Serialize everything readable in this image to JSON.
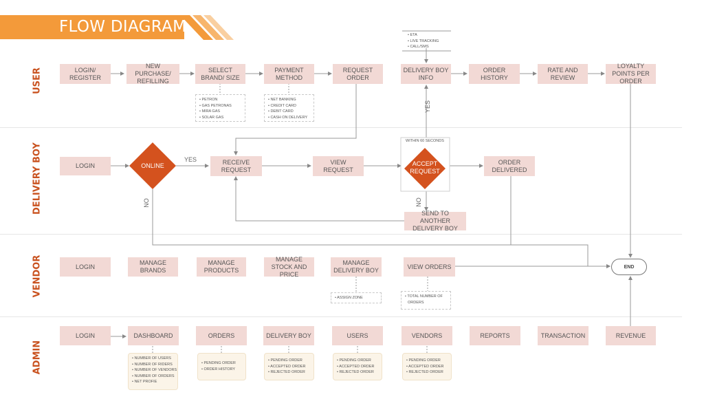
{
  "title": "FLOW DIAGRAM",
  "lanes": {
    "user": "USER",
    "delivery": "DELIVERY BOY",
    "vendor": "VENDOR",
    "admin": "ADMIN"
  },
  "user": {
    "login": "LOGIN/ REGISTER",
    "new_purchase": "NEW PURCHASE/ REFILLING",
    "select_brand": "SELECT BRAND/ SIZE",
    "payment": "PAYMENT METHOD",
    "request": "REQUEST ORDER",
    "delivery_info": "DELIVERY BOY INFO",
    "history": "ORDER HISTORY",
    "rate": "RATE AND REVIEW",
    "loyalty": "LOYALTY POINTS PER ORDER",
    "brands_list": [
      "• PETRON",
      "• GAS PETRONAS",
      "• MIRA GAS",
      "• SOLAR GAS"
    ],
    "payment_list": [
      "• NET BANKING",
      "• CREDIT CARD",
      "• DEBIT CARD",
      "• CASH ON DELIVERY"
    ],
    "info_list": [
      "• ETA",
      "• LIVE TRACKING",
      "• CALL/SMS"
    ]
  },
  "delivery": {
    "login": "LOGIN",
    "online": "ONLINE",
    "receive": "RECEIVE REQUEST",
    "view": "VIEW REQUEST",
    "accept": "ACCEPT REQUEST",
    "delivered": "ORDER DELIVERED",
    "send": "SEND TO ANOTHER DELIVERY BOY",
    "within": "WITHIN 60 SECONDS"
  },
  "labels": {
    "yes": "YES",
    "no": "NO"
  },
  "vendor": {
    "login": "LOGIN",
    "brands": "MANAGE BRANDS",
    "products": "MANAGE PRODUCTS",
    "stock": "MANAGE STOCK AND PRICE",
    "delivery": "MANAGE DELIVERY BOY",
    "orders": "VIEW ORDERS",
    "assign": "• ASSIGN ZONE",
    "total": [
      "• TOTAL NUMBER OF",
      "ORDERS"
    ]
  },
  "end": "END",
  "admin": {
    "login": "LOGIN",
    "dashboard": "DASHBOARD",
    "orders": "ORDERS",
    "delivery": "DELIVERY BOY",
    "users": "USERS",
    "vendors": "VENDORS",
    "reports": "REPORTS",
    "transaction": "TRANSACTION",
    "revenue": "REVENUE",
    "dash_list": [
      "• NUMBER OF USERS",
      "• NUMBER OF RIDERS",
      "• NUMBER OF VENDORS",
      "• NUMBER OF ORDERS",
      "• NET PROFIE"
    ],
    "orders_list": [
      "• PENDING ORDER",
      "• ORDER HISTORY"
    ],
    "status_list": [
      "• PENDING ORDER",
      "• ACCEPTED ORDER",
      "• REJECTED ORDER"
    ]
  },
  "colors": {
    "accent": "#f39a3a",
    "box": "#f2d9d5",
    "diamond": "#d4521e",
    "lane_label": "#c9521f"
  }
}
